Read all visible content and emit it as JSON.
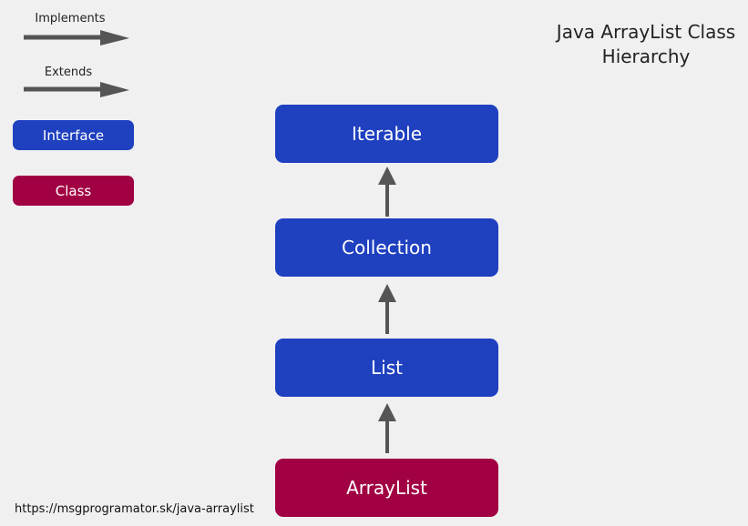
{
  "legend": {
    "implements_label": "Implements",
    "extends_label": "Extends",
    "interface_label": "Interface",
    "class_label": "Class"
  },
  "title": {
    "line1": "Java ArrayList Class",
    "line2": "Hierarchy"
  },
  "nodes": {
    "iterable": "Iterable",
    "collection": "Collection",
    "list": "List",
    "arraylist": "ArrayList"
  },
  "footer": {
    "url": "https://msgprogramator.sk/java-arraylist"
  },
  "colors": {
    "interface": "#1f40bf",
    "class": "#a10042",
    "arrow": "#555555",
    "background": "#f0f0f1"
  }
}
